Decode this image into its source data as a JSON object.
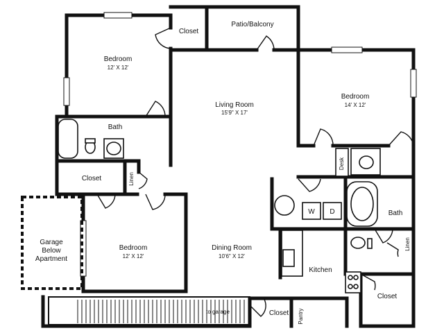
{
  "rooms": {
    "bedroom_top_left": {
      "name": "Bedroom",
      "dims": "12' X 12'"
    },
    "closet_top": {
      "name": "Closet"
    },
    "patio": {
      "name": "Patio/Balcony"
    },
    "living_room": {
      "name": "Living Room",
      "dims": "15'9\" X 17'"
    },
    "bedroom_right": {
      "name": "Bedroom",
      "dims": "14' X 12'"
    },
    "bath_left": {
      "name": "Bath"
    },
    "closet_left": {
      "name": "Closet"
    },
    "linen_left": {
      "name": "Linen"
    },
    "garage": {
      "line1": "Garage",
      "line2": "Below",
      "line3": "Apartment"
    },
    "bedroom_bottom": {
      "name": "Bedroom",
      "dims": "12' X 12'"
    },
    "dining_room": {
      "name": "Dining Room",
      "dims": "10'6\" X 12'"
    },
    "kitchen": {
      "name": "Kitchen"
    },
    "bath_right": {
      "name": "Bath"
    },
    "linen_right": {
      "name": "Linen"
    },
    "closet_right": {
      "name": "Closet"
    },
    "closet_bottom": {
      "name": "Closet"
    },
    "pantry": {
      "name": "Pantry"
    },
    "desk": {
      "name": "Desk"
    }
  },
  "appliances": {
    "washer": "W",
    "dryer": "D"
  },
  "stairs": {
    "label": "to garage"
  }
}
